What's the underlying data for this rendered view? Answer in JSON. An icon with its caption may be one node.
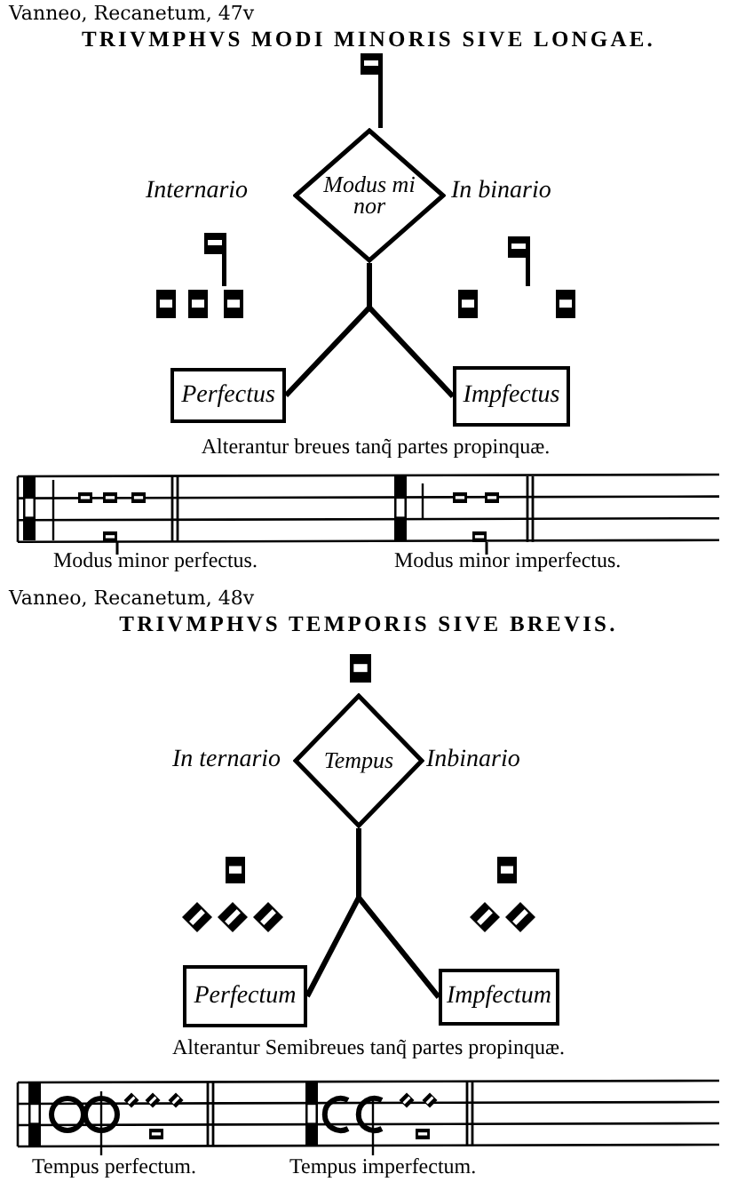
{
  "diagram": {
    "nodes": [
      {
        "text": [
          "Modus mi nor"
        ]
      },
      {
        "text": [
          "Perfectus"
        ]
      },
      {
        "text": [
          "Impfectus"
        ]
      },
      {
        "text": [
          "Tempus"
        ]
      },
      {
        "text": [
          "Perfectum"
        ]
      },
      {
        "text": [
          "Impfectum"
        ]
      }
    ],
    "edges": [
      {
        "from": 0,
        "to": 1,
        "arrow": "none"
      },
      {
        "from": 0,
        "to": 2,
        "arrow": "none"
      },
      {
        "from": 3,
        "to": 4,
        "arrow": "none"
      },
      {
        "from": 3,
        "to": 5,
        "arrow": "none"
      }
    ],
    "labels": [
      "Vanneo, Recanetum, 47v",
      "TRIVMPHVS MODI MINORIS SIVE LONGAE.",
      "Internario",
      "In binario",
      "Alterantur breues tanq̃ partes propinquæ.",
      "Modus minor perfectus.",
      "Modus minor imperfectus.",
      "Vanneo, Recanetum, 48v",
      "TRIVMPHVS TEMPORIS SIVE BREVIS.",
      "In ternario",
      "Inbinario",
      "Alterantur Semibreues tanq̃ partes propinquæ.",
      "Tempus perfectum.",
      "Tempus imperfectum."
    ]
  }
}
